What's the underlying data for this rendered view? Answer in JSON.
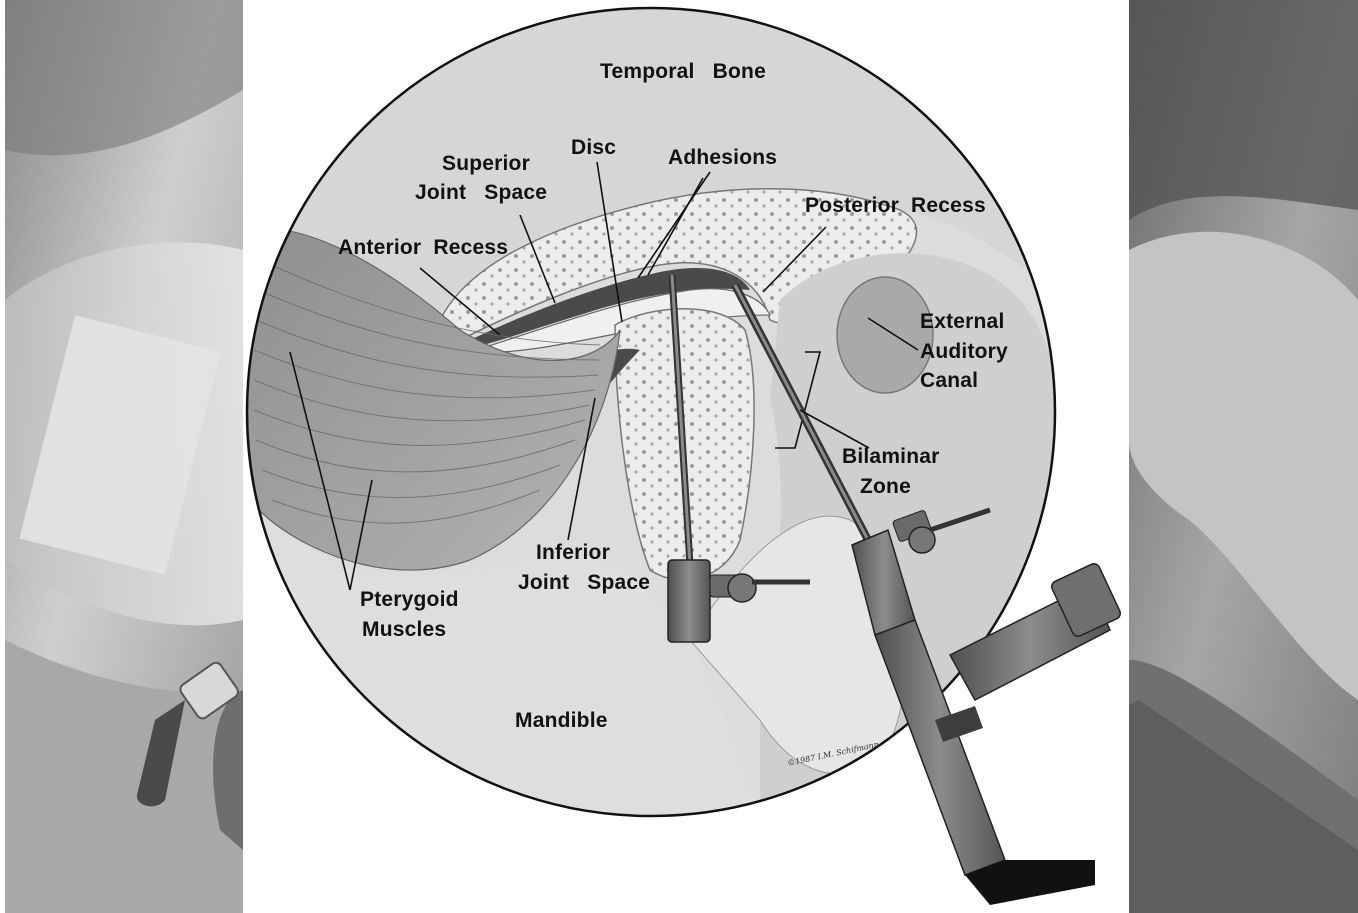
{
  "panels": {
    "left": "intraoperative-photo-left",
    "right": "intraoperative-photo-right"
  },
  "diagram": {
    "labels": {
      "temporal_bone": "Temporal   Bone",
      "superior_1": "Superior",
      "superior_2": "Joint   Space",
      "disc": "Disc",
      "adhesions": "Adhesions",
      "posterior_recess": "Posterior  Recess",
      "anterior_recess": "Anterior  Recess",
      "ext_1": "External",
      "ext_2": "Auditory",
      "ext_3": "Canal",
      "bilaminar_1": "Bilaminar",
      "bilaminar_2": "Zone",
      "inferior_1": "Inferior",
      "inferior_2": "Joint   Space",
      "pterygoid_1": "Pterygoid",
      "pterygoid_2": "Muscles",
      "mandible": "Mandible"
    },
    "signature": "©1987 I.M. Schifmann"
  },
  "colors": {
    "background": "#ffffff",
    "photo_dark": "#5a5a5a",
    "photo_light": "#d6d6d6",
    "illustration_gray": "#c8c8c8",
    "ink": "#111111"
  }
}
